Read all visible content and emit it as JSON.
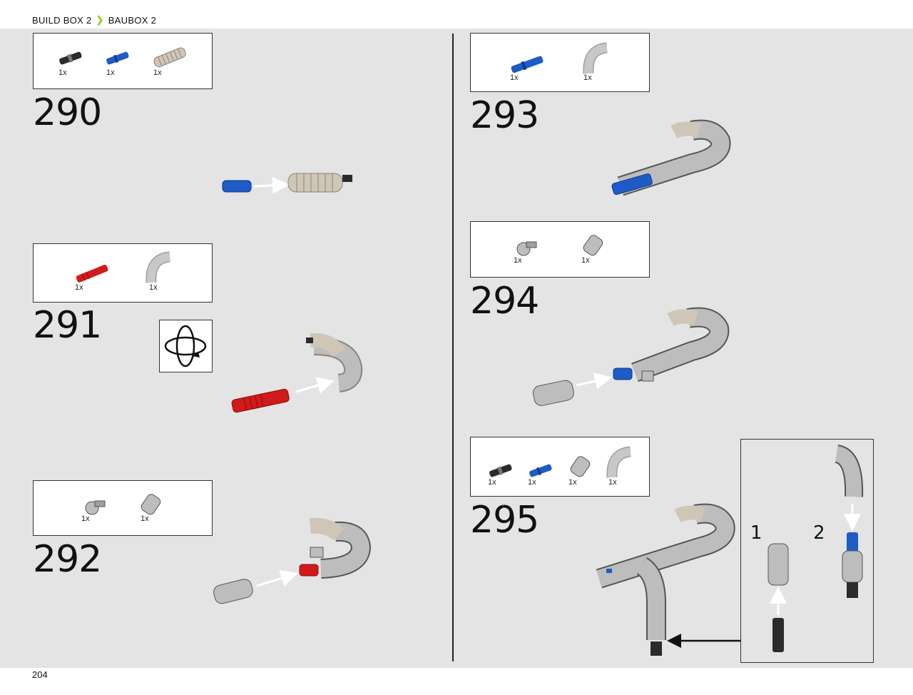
{
  "header": {
    "left": "BUILD BOX 2",
    "right": "BAUBOX 2"
  },
  "page_number": "204",
  "steps": [
    {
      "number": "290",
      "parts": [
        {
          "icon": "black-connector-pin",
          "qty": "1x"
        },
        {
          "icon": "blue-axle-pin",
          "qty": "1x"
        },
        {
          "icon": "flex-ribbed-hose",
          "qty": "1x"
        }
      ]
    },
    {
      "number": "291",
      "parts": [
        {
          "icon": "red-axle-pin",
          "qty": "1x"
        },
        {
          "icon": "curved-tube",
          "qty": "1x"
        }
      ]
    },
    {
      "number": "292",
      "parts": [
        {
          "icon": "axle-connector",
          "qty": "1x"
        },
        {
          "icon": "tube-connector",
          "qty": "1x"
        }
      ]
    },
    {
      "number": "293",
      "parts": [
        {
          "icon": "blue-axle-pin",
          "qty": "1x"
        },
        {
          "icon": "curved-tube",
          "qty": "1x"
        }
      ]
    },
    {
      "number": "294",
      "parts": [
        {
          "icon": "axle-connector",
          "qty": "1x"
        },
        {
          "icon": "tube-connector",
          "qty": "1x"
        }
      ]
    },
    {
      "number": "295",
      "parts": [
        {
          "icon": "black-connector-pin",
          "qty": "1x"
        },
        {
          "icon": "blue-axle-pin",
          "qty": "1x"
        },
        {
          "icon": "tube-connector",
          "qty": "1x"
        },
        {
          "icon": "curved-tube",
          "qty": "1x"
        }
      ]
    }
  ],
  "substeps": [
    {
      "label": "1"
    },
    {
      "label": "2"
    }
  ],
  "colors": {
    "accent": "#9acd32",
    "panel": "#e4e4e4",
    "blue": "#1e5bc6",
    "red": "#d11a1a",
    "grey": "#bdbdbd",
    "beige": "#cfc6b8"
  }
}
